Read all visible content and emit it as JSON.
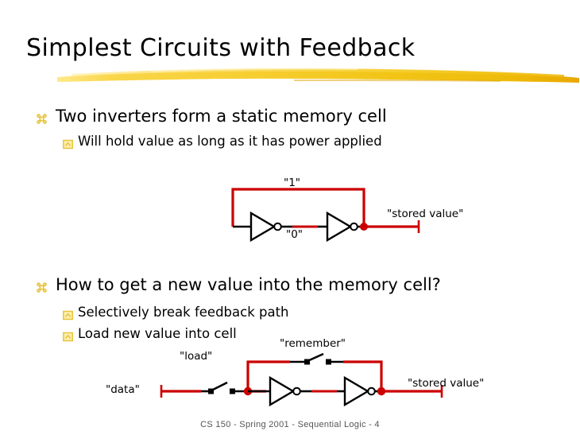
{
  "slide": {
    "title": "Simplest Circuits with Feedback",
    "accent_gold": "#F3C617",
    "accent_gold_light": "#FCDE62",
    "wire_red": "#CC0000",
    "wire_black": "#000000",
    "bullet_color": "#E8C33A"
  },
  "bullets": [
    {
      "level": 1,
      "marker": "wingdings-flower-bullet",
      "text": "Two inverters form a static memory cell"
    },
    {
      "level": 2,
      "marker": "wingdings-box-chevron-bullet",
      "text": "Will hold value as long as it has power applied"
    },
    {
      "level": 1,
      "marker": "wingdings-flower-bullet",
      "text": "How to get a new value into the memory cell?"
    },
    {
      "level": 2,
      "marker": "wingdings-box-chevron-bullet",
      "text": "Selectively break feedback path"
    },
    {
      "level": 2,
      "marker": "wingdings-box-chevron-bullet",
      "text": "Load new value into cell"
    }
  ],
  "circuit_top": {
    "name": "two-inverter-memory-cell",
    "labels": {
      "one": "\"1\"",
      "zero": "\"0\"",
      "stored_value": "\"stored value\""
    },
    "inverters": 2,
    "feedback": true
  },
  "circuit_bottom": {
    "name": "loadable-memory-cell",
    "labels": {
      "data": "\"data\"",
      "load": "\"load\"",
      "remember": "\"remember\"",
      "stored_value": "\"stored value\""
    },
    "inverters": 2,
    "switches": [
      "load",
      "remember"
    ]
  },
  "footer": {
    "text": "CS 150 - Spring  2001 - Sequential Logic - 4"
  }
}
